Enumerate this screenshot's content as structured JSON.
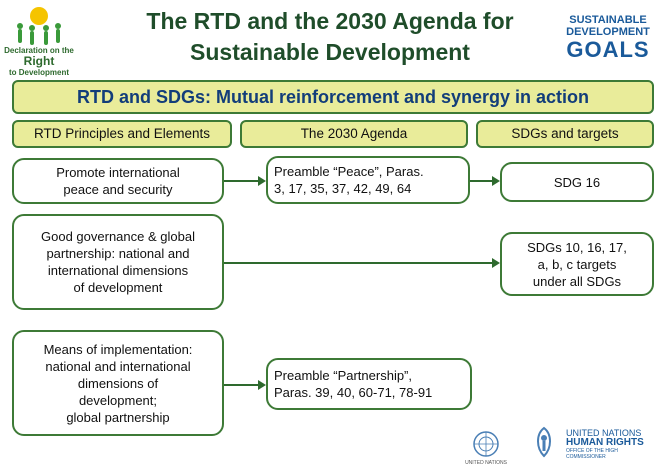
{
  "title": {
    "line1": "The RTD and the 2030 Agenda for",
    "line2": "Sustainable Development"
  },
  "sdg_logo": {
    "line1": "SUSTAINABLE",
    "line2": "DEVELOPMENT",
    "line3": "GOALS"
  },
  "rtd_logo": {
    "line1": "Declaration on the",
    "line2": "Right",
    "line3": "to Development"
  },
  "banner": "RTD and SDGs: Mutual reinforcement and synergy in action",
  "columns": [
    "RTD Principles and Elements",
    "The 2030 Agenda",
    "SDGs and targets"
  ],
  "rows": [
    {
      "rtd": "Promote international\npeace and security",
      "agenda": "Preamble “Peace”, Paras.\n3, 17, 35, 37, 42, 49, 64",
      "sdg": "SDG 16"
    },
    {
      "rtd": "Good governance & global\npartnership: national and\ninternational dimensions\nof development",
      "sdg": "SDGs 10, 16, 17,\na, b, c targets\nunder all SDGs"
    },
    {
      "rtd": "Means of implementation:\nnational and international\ndimensions of\ndevelopment;\nglobal partnership",
      "agenda": "Preamble “Partnership”,\nParas. 39, 40, 60-71, 78-91"
    }
  ],
  "footer": {
    "un_label": "UNITED NATIONS",
    "ohchr_line1": "UNITED NATIONS",
    "ohchr_line2": "HUMAN RIGHTS",
    "ohchr_line3": "OFFICE OF THE HIGH COMMISSIONER"
  },
  "colors": {
    "border": "#3d7a36",
    "header_fill": "#e9ec9a",
    "title": "#1f4d2a",
    "banner_text": "#123d7a"
  }
}
